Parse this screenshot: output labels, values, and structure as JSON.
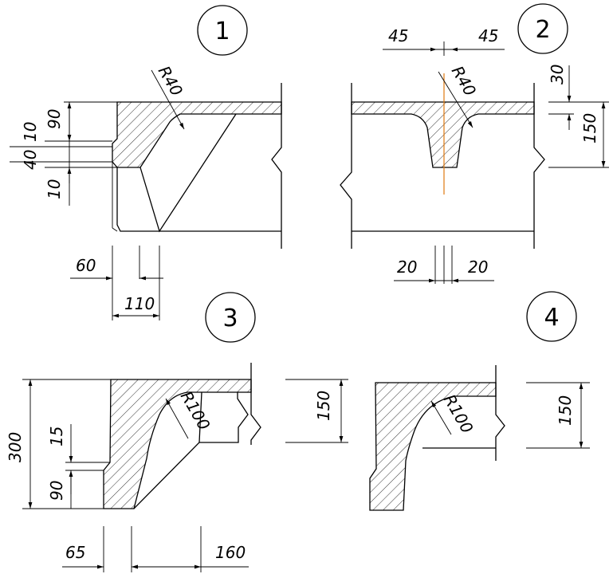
{
  "details": [
    {
      "number": "1"
    },
    {
      "number": "2"
    },
    {
      "number": "3"
    },
    {
      "number": "4"
    }
  ],
  "dimensions": {
    "d1": {
      "h90": "90",
      "h10a": "10",
      "h40": "40",
      "h10b": "10",
      "r": "R40",
      "w60": "60",
      "w110": "110"
    },
    "d2": {
      "w45l": "45",
      "w45r": "45",
      "r": "R40",
      "h30": "30",
      "h150": "150",
      "w20l": "20",
      "w20r": "20"
    },
    "d3": {
      "h300": "300",
      "h15": "15",
      "h90": "90",
      "r": "R100",
      "h150": "150",
      "w65": "65",
      "w160": "160"
    },
    "d4": {
      "r": "R100",
      "h150": "150"
    }
  }
}
